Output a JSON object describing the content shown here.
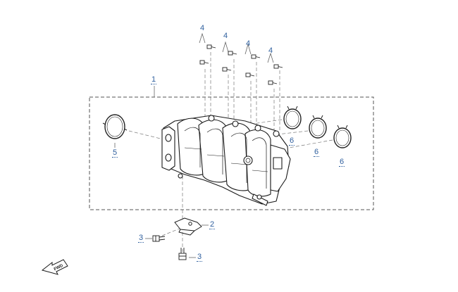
{
  "diagram": {
    "callouts": {
      "c1": "1",
      "c2": "2",
      "c3a": "3",
      "c3b": "3",
      "c4a": "4",
      "c4b": "4",
      "c4c": "4",
      "c4d": "4",
      "c5": "5",
      "c6a": "6",
      "c6b": "6",
      "c6c": "6"
    },
    "fwd_label": "FWD"
  }
}
